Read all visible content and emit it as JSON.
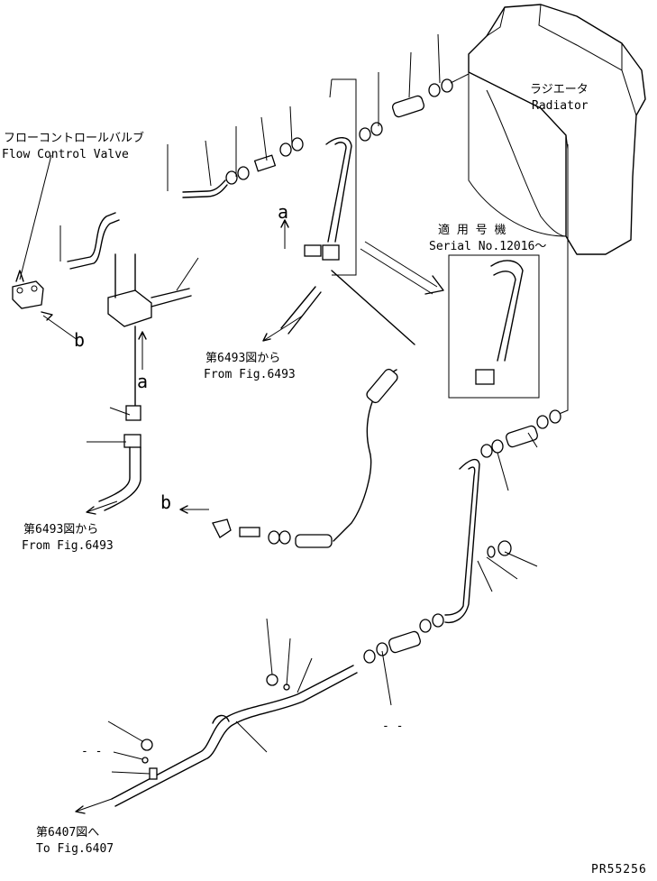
{
  "labels": {
    "flow_control_valve_jp": "フローコントロールバルブ",
    "flow_control_valve_en": "Flow Control Valve",
    "radiator_jp": "ラジエータ",
    "radiator_en": "Radiator",
    "serial_jp": "適 用 号 機",
    "serial_en": "Serial No.12016～",
    "from_fig_top_jp": "第6493図から",
    "from_fig_top_en": "From Fig.6493",
    "from_fig_left_jp": "第6493図から",
    "from_fig_left_en": "From Fig.6493",
    "to_fig_jp": "第6407図へ",
    "to_fig_en": "To Fig.6407",
    "ref_a_top": "a",
    "ref_a_mid": "a",
    "ref_b_left": "b",
    "ref_b_mid": "b",
    "dash_left": "-  -",
    "dash_mid": "-  -",
    "drawing_code": "PR55256"
  }
}
